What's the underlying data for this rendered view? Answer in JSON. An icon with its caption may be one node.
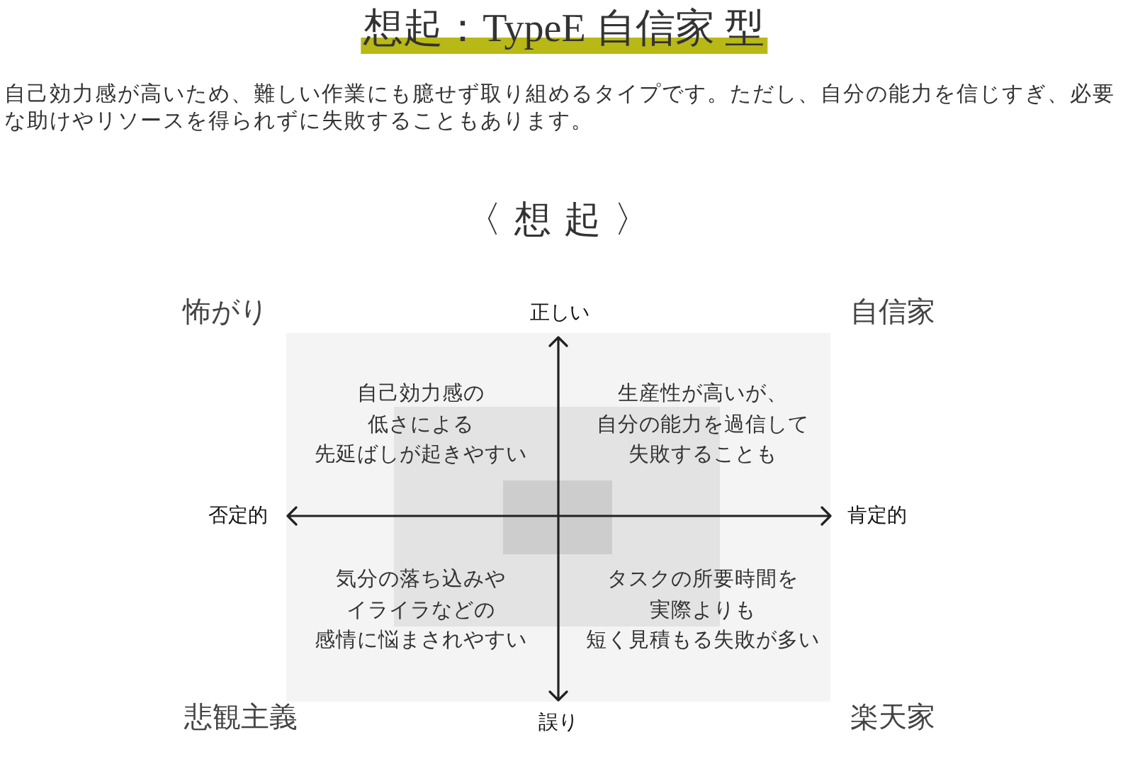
{
  "diagram": {
    "title": "想起：TypeE 自信家 型",
    "labels": [
      "自己効力感が高いため、難しい作業にも臆せず取り組めるタイプです。ただし、自分の能力を信じすぎ、必要な助けやリソースを得られずに失敗することもあります。",
      "〈想起〉",
      "怖がり",
      "正しい",
      "自信家",
      "自己効力感の低さによる先延ばしが起きやすい",
      "生産性が高いが、自分の能力を過信して失敗することも",
      "否定的",
      "肯定的",
      "気分の落ち込みやイライラなどの感情に悩まされやすい",
      "タスクの所要時間を実際よりも短く見積もる失敗が多い",
      "悲観主義",
      "誤り",
      "楽天家"
    ]
  }
}
